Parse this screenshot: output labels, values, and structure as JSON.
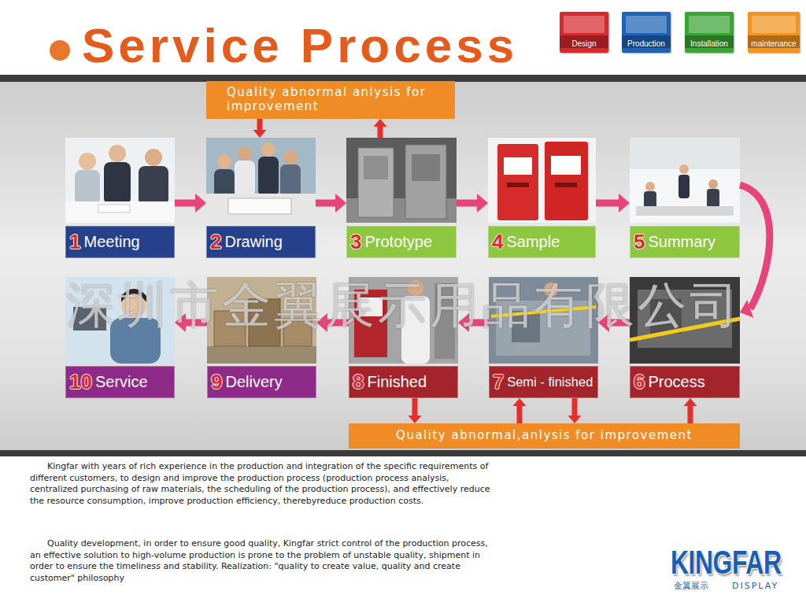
{
  "diagram": {
    "title": "Service Process",
    "nodes": [
      {
        "text": [
          "Design"
        ]
      },
      {
        "text": [
          "Production"
        ]
      },
      {
        "text": [
          "Installation"
        ]
      },
      {
        "text": [
          "maintenance"
        ]
      },
      {
        "text": [
          "Quality abnormal anlysis for improvement"
        ]
      },
      {
        "text": [
          "1",
          "Meeting"
        ]
      },
      {
        "text": [
          "2",
          "Drawing"
        ]
      },
      {
        "text": [
          "3",
          "Prototype"
        ]
      },
      {
        "text": [
          "4",
          "Sample"
        ]
      },
      {
        "text": [
          "5",
          "Summary"
        ]
      },
      {
        "text": [
          "6",
          "Process"
        ]
      },
      {
        "text": [
          "7",
          "Semi - finished"
        ]
      },
      {
        "text": [
          "8",
          "Finished"
        ]
      },
      {
        "text": [
          "9",
          "Delivery"
        ]
      },
      {
        "text": [
          "10",
          "Service"
        ]
      },
      {
        "text": [
          "Quality abnormal,anlysis for improvement"
        ]
      }
    ],
    "edges": [
      {
        "from": 5,
        "to": 6,
        "arrow": "to"
      },
      {
        "from": 6,
        "to": 7,
        "arrow": "to"
      },
      {
        "from": 7,
        "to": 8,
        "arrow": "to"
      },
      {
        "from": 8,
        "to": 9,
        "arrow": "to"
      },
      {
        "from": 9,
        "to": 10,
        "arrow": "to"
      },
      {
        "from": 10,
        "to": 11,
        "arrow": "to"
      },
      {
        "from": 11,
        "to": 12,
        "arrow": "to"
      },
      {
        "from": 12,
        "to": 13,
        "arrow": "to"
      },
      {
        "from": 13,
        "to": 14,
        "arrow": "to"
      },
      {
        "from": 4,
        "to": 6,
        "arrow": "to"
      },
      {
        "from": 7,
        "to": 4,
        "arrow": "to"
      },
      {
        "from": 12,
        "to": 15,
        "arrow": "to"
      },
      {
        "from": 15,
        "to": 11,
        "arrow": "to"
      },
      {
        "from": 11,
        "to": 15,
        "arrow": "to"
      },
      {
        "from": 15,
        "to": 10,
        "arrow": "to"
      }
    ],
    "labels": [
      "深圳市金翼展示用品有限公司",
      "Kingfar with years of rich experience in the production and integration of the specific requirements of different customers, to design and improve the production process (production process analysis, centralized purchasing of raw materials, the scheduling of the production process), and effectively reduce the resource consumption, improve production efficiency, therebyreduce production costs.",
      "Quality development, in order to ensure good quality, Kingfar strict control of the production process, an effective solution to high-volume production is prone to the problem of unstable quality, shipment in order to ensure the timeliness and stability. Realization: \"quality to create value, quality and create customer\" philosophy",
      "KINGFAR",
      "金翼展示",
      "DISPLAY"
    ]
  }
}
